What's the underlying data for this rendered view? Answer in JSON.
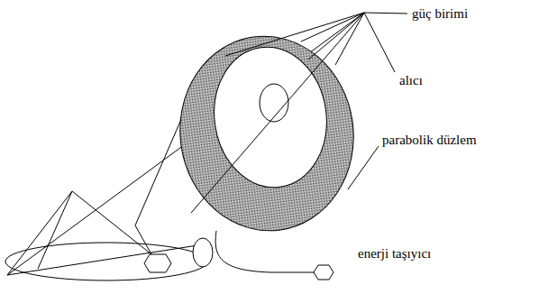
{
  "diagram": {
    "labels": [
      "güç birimi",
      "alıcı",
      "parabolik düzlem",
      "enerji taşıyıcı"
    ]
  }
}
